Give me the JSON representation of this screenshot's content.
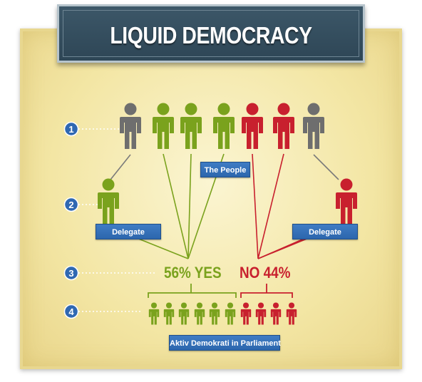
{
  "title": "LIQUID DEMOCRACY",
  "steps": [
    "1",
    "2",
    "3",
    "4"
  ],
  "labels": {
    "the_people": "The People",
    "delegate_left": "Delegate",
    "delegate_right": "Delegate",
    "parliament": "Aktiv Demokrati in Parliament"
  },
  "votes": {
    "yes": "56% YES",
    "no": "NO 44%"
  },
  "colors": {
    "green": "#7aa21d",
    "red": "#c8202e",
    "gray": "#6e6e6e",
    "step_circle": "#2f68b2",
    "label_box": "#3473bd"
  }
}
